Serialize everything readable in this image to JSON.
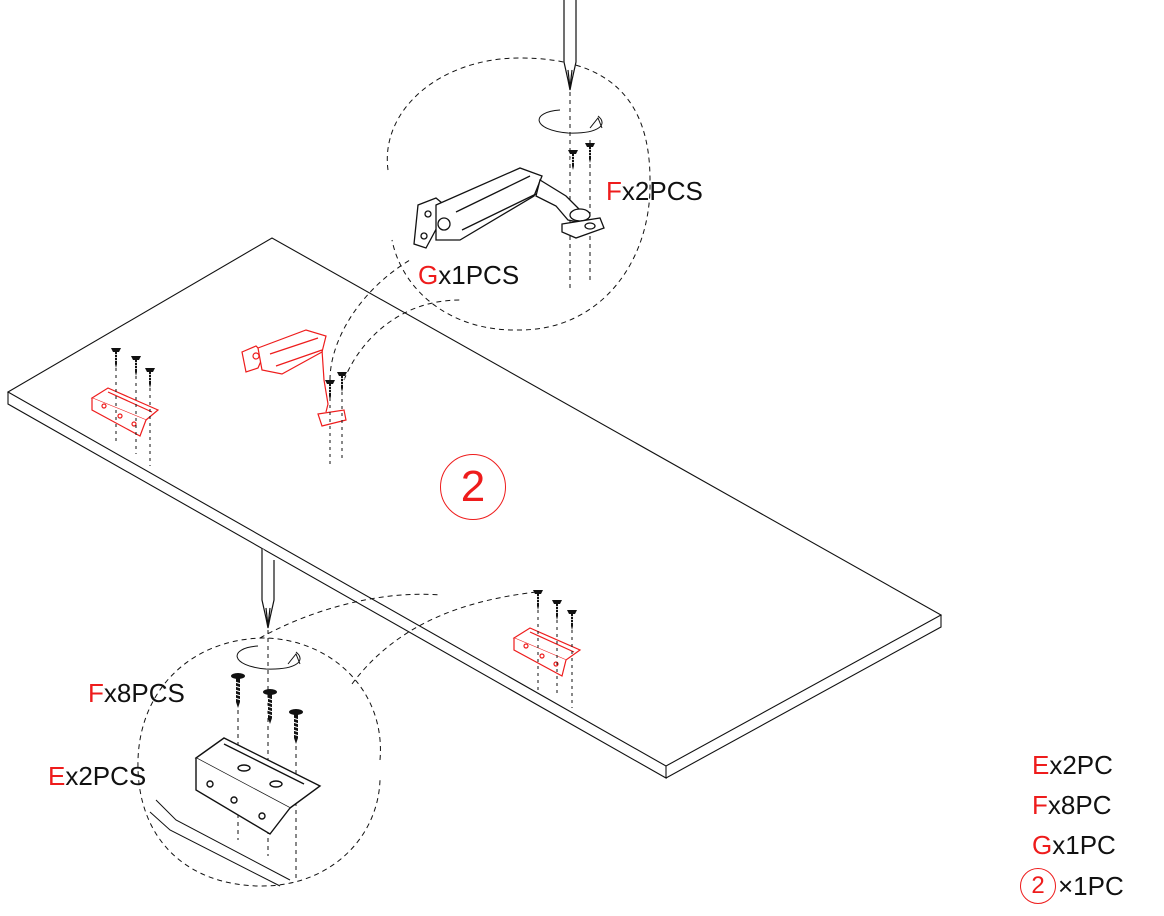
{
  "labels": {
    "top_callout": [
      {
        "letter": "F",
        "text": "x2PCS"
      },
      {
        "letter": "G",
        "text": "x1PCS"
      }
    ],
    "bottom_callout": [
      {
        "letter": "F",
        "text": "x8PCS"
      },
      {
        "letter": "E",
        "text": "x2PCS"
      }
    ],
    "panel_number": "2"
  },
  "parts_list": [
    {
      "letter": "E",
      "text": "x2PC"
    },
    {
      "letter": "F",
      "text": "x8PC"
    },
    {
      "letter": "G",
      "text": "x1PC"
    },
    {
      "circled": "2",
      "text": "×1PC"
    }
  ],
  "colors": {
    "highlight": "#ee1c1c",
    "line": "#111111"
  },
  "icons": [
    "screwdriver-icon",
    "screw-icon",
    "hinge-icon",
    "gas-strut-icon",
    "rotation-arrow-icon"
  ]
}
